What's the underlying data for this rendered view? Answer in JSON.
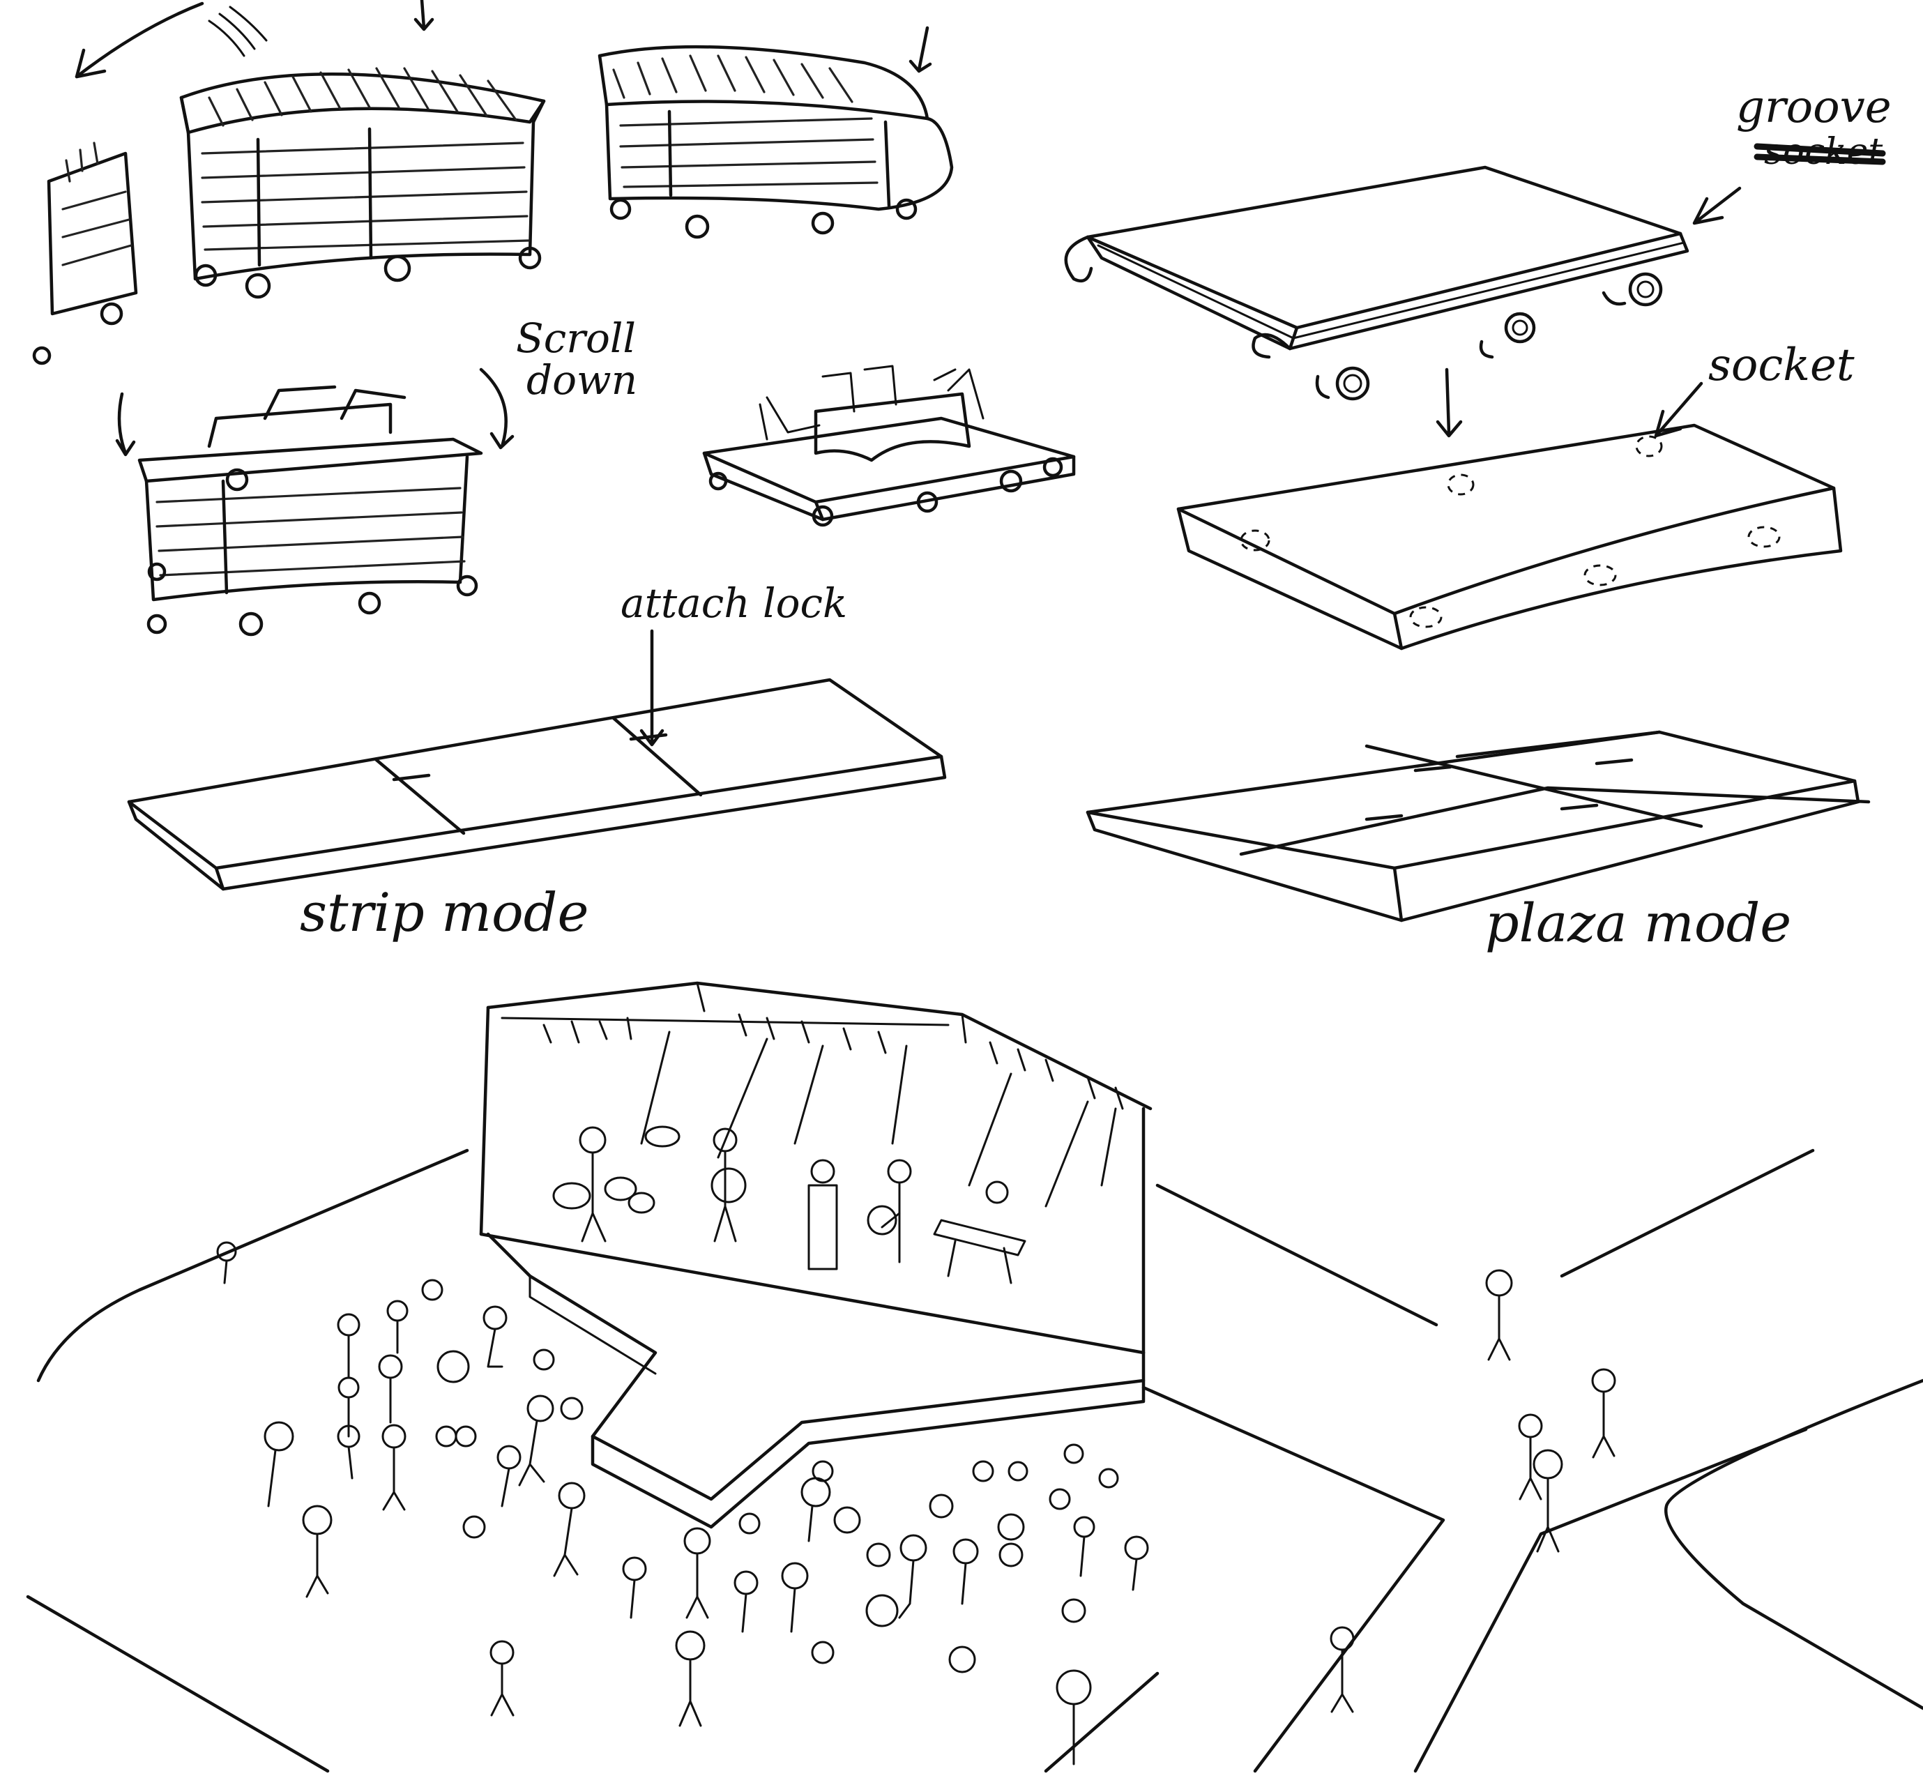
{
  "labels": {
    "groove": "groove",
    "socket_crossed": "socket",
    "socket": "socket",
    "scroll_down_line1": "Scroll",
    "scroll_down_line2": "down",
    "attach_lock": "attach lock",
    "strip_mode": "strip mode",
    "plaza_mode": "plaza mode"
  }
}
